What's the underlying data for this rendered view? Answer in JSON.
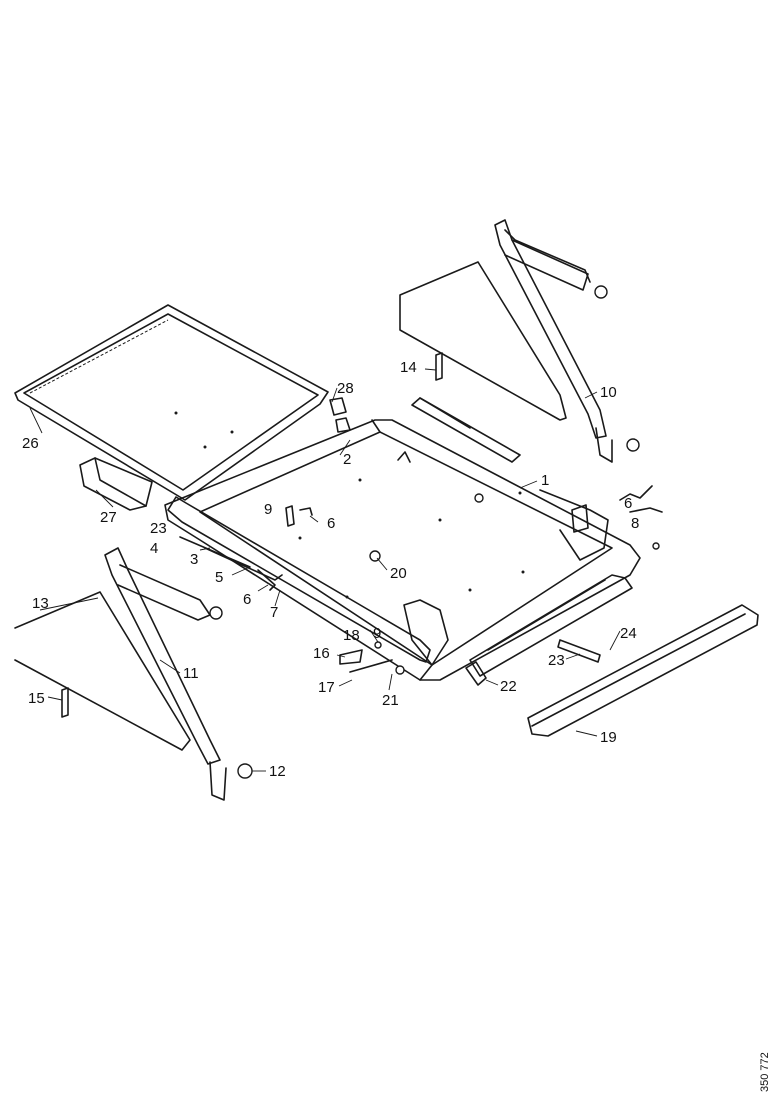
{
  "drawing_number": "350 772",
  "callouts": [
    {
      "id": "c1",
      "label": "1"
    },
    {
      "id": "c2",
      "label": "2"
    },
    {
      "id": "c3",
      "label": "3"
    },
    {
      "id": "c4",
      "label": "4"
    },
    {
      "id": "c5",
      "label": "5"
    },
    {
      "id": "c6a",
      "label": "6"
    },
    {
      "id": "c6b",
      "label": "6"
    },
    {
      "id": "c6c",
      "label": "6"
    },
    {
      "id": "c7",
      "label": "7"
    },
    {
      "id": "c8",
      "label": "8"
    },
    {
      "id": "c9a",
      "label": "9"
    },
    {
      "id": "c9b",
      "label": "9"
    },
    {
      "id": "c10",
      "label": "10"
    },
    {
      "id": "c11",
      "label": "11"
    },
    {
      "id": "c12",
      "label": "12"
    },
    {
      "id": "c13",
      "label": "13"
    },
    {
      "id": "c14",
      "label": "14"
    },
    {
      "id": "c15",
      "label": "15"
    },
    {
      "id": "c16",
      "label": "16"
    },
    {
      "id": "c17",
      "label": "17"
    },
    {
      "id": "c18",
      "label": "18"
    },
    {
      "id": "c19",
      "label": "19"
    },
    {
      "id": "c20",
      "label": "20"
    },
    {
      "id": "c21",
      "label": "21"
    },
    {
      "id": "c22",
      "label": "22"
    },
    {
      "id": "c23a",
      "label": "23"
    },
    {
      "id": "c23b",
      "label": "23"
    },
    {
      "id": "c24",
      "label": "24"
    },
    {
      "id": "c26",
      "label": "26"
    },
    {
      "id": "c27",
      "label": "27"
    },
    {
      "id": "c28",
      "label": "28"
    }
  ]
}
